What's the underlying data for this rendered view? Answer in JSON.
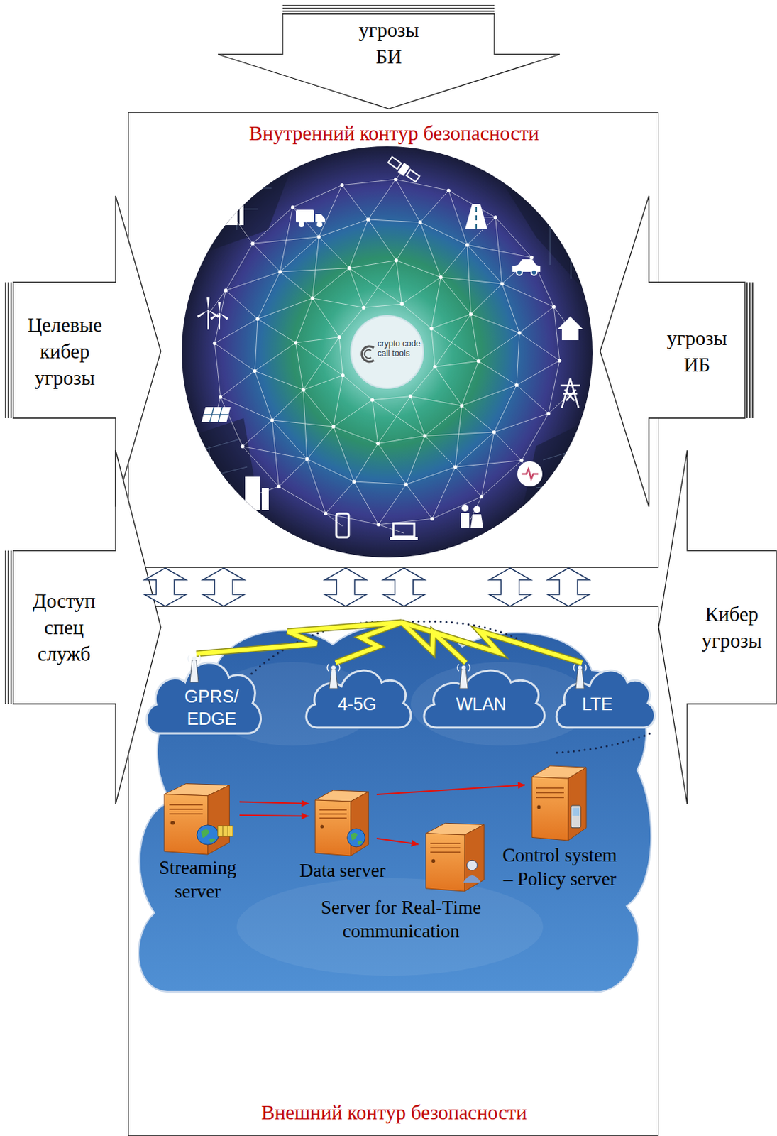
{
  "diagram": {
    "nodes": [
      {
        "text": [
          "угрозы БИ"
        ]
      },
      {
        "text": [
          "Внутренний контур безопасности"
        ]
      },
      {
        "text": [
          "crypto code call tools"
        ],
        "in": 1
      },
      {
        "text": [
          "Целевые кибер угрозы"
        ]
      },
      {
        "text": [
          "угрозы ИБ"
        ]
      },
      {
        "text": [
          "Внешний контур безопасности"
        ]
      },
      {
        "text": [
          "Доступ спец служб"
        ]
      },
      {
        "text": [
          "Кибер угрозы"
        ]
      },
      {
        "text": [
          "GPRS/ EDGE"
        ],
        "in": 5
      },
      {
        "text": [
          "4-5G"
        ],
        "in": 5
      },
      {
        "text": [
          "WLAN"
        ],
        "in": 5
      },
      {
        "text": [
          "LTE"
        ],
        "in": 5
      },
      {
        "text": [
          "Streaming server"
        ],
        "in": 5
      },
      {
        "text": [
          "Data server"
        ],
        "in": 5
      },
      {
        "text": [
          "Server for Real-Time communication"
        ],
        "in": 5
      },
      {
        "text": [
          "Control system – Policy server"
        ],
        "in": 5
      }
    ],
    "edges": [
      {
        "from": 12,
        "to": 13,
        "arrow": "to"
      },
      {
        "from": 12,
        "to": 13,
        "arrow": "to"
      },
      {
        "from": 13,
        "to": 14,
        "arrow": "to"
      },
      {
        "from": 13,
        "to": 15,
        "arrow": "to"
      },
      {
        "from": 1,
        "to": 5,
        "arrow": "both"
      },
      {
        "from": 1,
        "to": 5,
        "arrow": "both"
      },
      {
        "from": 1,
        "to": 5,
        "arrow": "both"
      },
      {
        "from": 1,
        "to": 5,
        "arrow": "both"
      },
      {
        "from": 1,
        "to": 5,
        "arrow": "both"
      },
      {
        "from": 1,
        "to": 5,
        "arrow": "both"
      }
    ]
  }
}
